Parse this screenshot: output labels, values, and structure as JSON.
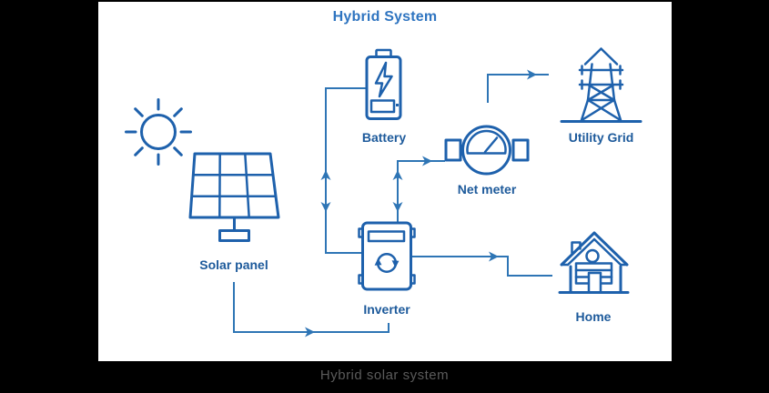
{
  "image": {
    "caption": "Hybrid solar system"
  },
  "diagram": {
    "title": "Hybrid System",
    "nodes": {
      "sun": {
        "icon": "sun-icon",
        "label": ""
      },
      "solar_panel": {
        "icon": "solar-panel-icon",
        "label": "Solar panel"
      },
      "battery": {
        "icon": "battery-icon",
        "label": "Battery"
      },
      "net_meter": {
        "icon": "net-meter-icon",
        "label": "Net meter"
      },
      "utility_grid": {
        "icon": "utility-grid-icon",
        "label": "Utility Grid"
      },
      "inverter": {
        "icon": "inverter-icon",
        "label": "Inverter"
      },
      "home": {
        "icon": "home-icon",
        "label": "Home"
      }
    },
    "connections": [
      {
        "from": "solar_panel",
        "to": "inverter",
        "type": "one-way"
      },
      {
        "from": "battery",
        "to": "inverter",
        "type": "two-way"
      },
      {
        "from": "inverter",
        "to": "net_meter",
        "type": "two-way"
      },
      {
        "from": "net_meter",
        "to": "utility_grid",
        "type": "one-way"
      },
      {
        "from": "inverter",
        "to": "home",
        "type": "one-way"
      }
    ],
    "colors": {
      "icon": "#1e61ac",
      "label": "#1d5a9b",
      "title": "#2e74c0",
      "line": "#2e75b5",
      "caption": "#8a8a8a",
      "panel": "#ffffff",
      "frame": "#000000"
    }
  }
}
